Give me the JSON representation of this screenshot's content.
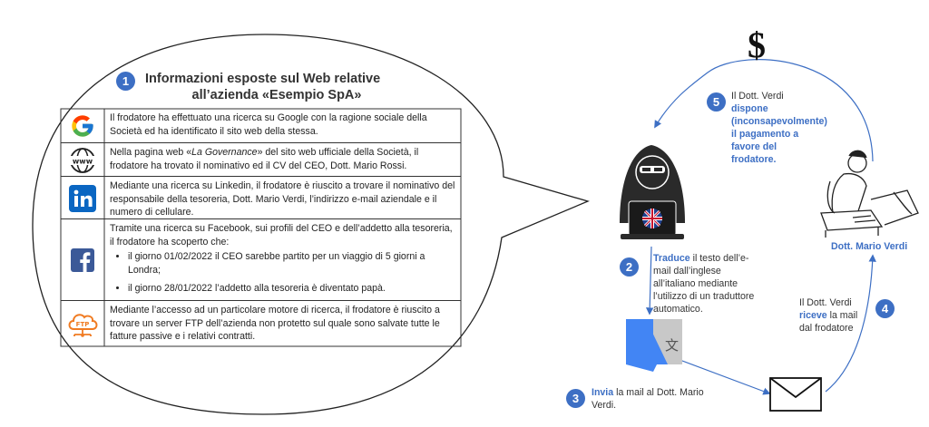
{
  "title": {
    "line1": "Informazioni esposte sul Web relative",
    "line2": "all’azienda «Esempio SpA»",
    "number": "1"
  },
  "rows": [
    {
      "icon": "google-icon",
      "text": "Il frodatore ha effettuato una ricerca su Google con la ragione sociale della Società ed ha identificato il sito web della stessa."
    },
    {
      "icon": "www-icon",
      "text_pre": "Nella pagina web «",
      "text_em": "La Governance",
      "text_post": "» del sito web ufficiale della Società, il frodatore ha trovato il nominativo ed il CV del CEO, Dott. Mario Rossi."
    },
    {
      "icon": "linkedin-icon",
      "text": "Mediante una ricerca su Linkedin, il frodatore è riuscito a trovare il nominativo del responsabile della tesoreria, Dott. Mario Verdi, l’indirizzo e-mail aziendale e il numero di cellulare."
    },
    {
      "icon": "facebook-icon",
      "text": "Tramite una ricerca su Facebook, sui profili del CEO e dell’addetto alla tesoreria, il frodatore ha scoperto che:",
      "bullets": [
        "il giorno 01/02/2022 il CEO sarebbe partito per un viaggio di 5 giorni a Londra;",
        "il giorno 28/01/2022 l’addetto alla tesoreria è diventato papà."
      ]
    },
    {
      "icon": "ftp-cloud-icon",
      "icon_label": "FTP",
      "text": "Mediante l’accesso ad un particolare motore di ricerca, il frodatore è riuscito a trovare un server FTP dell’azienda non protetto sul quale sono salvate tutte le fatture passive e i relativi contratti."
    }
  ],
  "steps": {
    "s2": {
      "num": "2",
      "hl": "Traduce",
      "rest": " il testo dell’e-mail dall’inglese all’italiano mediante l’utilizzo di un traduttore automatico."
    },
    "s3": {
      "num": "3",
      "hl": "Invia",
      "rest": " la mail al Dott. Mario Verdi."
    },
    "s4": {
      "num": "4",
      "pre": "Il Dott. Verdi ",
      "hl": "riceve",
      "rest": " la mail dal frodatore"
    },
    "s5": {
      "num": "5",
      "pre": "Il Dott. Verdi ",
      "hl": "dispone (inconsapevolmente) il pagamento a favore del frodatore."
    }
  },
  "dollar": "$",
  "person_label": "Dott. Mario Verdi",
  "colors": {
    "accent": "#3d6fc4",
    "facebook": "#3b5998",
    "linkedin": "#0a66c2",
    "ftp": "#f07b22"
  }
}
